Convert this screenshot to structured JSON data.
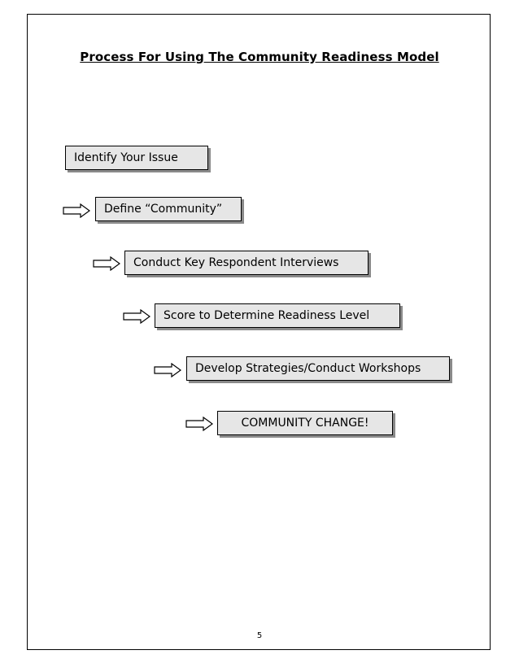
{
  "document": {
    "title": "Process For Using The Community Readiness Model",
    "page_number": "5"
  },
  "steps": [
    {
      "label": "Identify Your Issue",
      "has_arrow": false
    },
    {
      "label": "Define “Community”",
      "has_arrow": true
    },
    {
      "label": "Conduct Key Respondent Interviews",
      "has_arrow": true
    },
    {
      "label": "Score to Determine Readiness Level",
      "has_arrow": true
    },
    {
      "label": "Develop Strategies/Conduct Workshops",
      "has_arrow": true
    },
    {
      "label": "COMMUNITY CHANGE!",
      "has_arrow": true
    }
  ],
  "icons": {
    "step_arrow": "right-arrow-icon"
  }
}
